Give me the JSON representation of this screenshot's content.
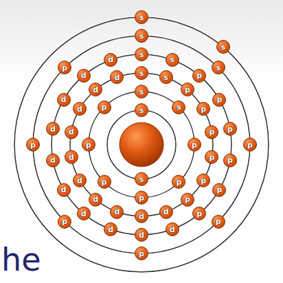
{
  "diagram": {
    "nodes": [
      {
        "text": [
          "s"
        ]
      },
      {
        "text": [
          "s"
        ]
      },
      {
        "text": [
          "s"
        ]
      },
      {
        "text": [
          "s"
        ]
      },
      {
        "text": [
          "p"
        ]
      },
      {
        "text": [
          "p"
        ]
      },
      {
        "text": [
          "p"
        ]
      },
      {
        "text": [
          "p"
        ]
      },
      {
        "text": [
          "p"
        ]
      },
      {
        "text": [
          "p"
        ]
      },
      {
        "text": [
          "s"
        ]
      },
      {
        "text": [
          "s"
        ]
      },
      {
        "text": [
          "p"
        ]
      },
      {
        "text": [
          "p"
        ]
      },
      {
        "text": [
          "p"
        ]
      },
      {
        "text": [
          "p"
        ]
      },
      {
        "text": [
          "p"
        ]
      },
      {
        "text": [
          "p"
        ]
      },
      {
        "text": [
          "d"
        ]
      },
      {
        "text": [
          "d"
        ]
      },
      {
        "text": [
          "d"
        ]
      },
      {
        "text": [
          "d"
        ]
      },
      {
        "text": [
          "d"
        ]
      },
      {
        "text": [
          "d"
        ]
      },
      {
        "text": [
          "d"
        ]
      },
      {
        "text": [
          "d"
        ]
      },
      {
        "text": [
          "d"
        ]
      },
      {
        "text": [
          "d"
        ]
      },
      {
        "text": [
          "s"
        ]
      },
      {
        "text": [
          "s"
        ]
      },
      {
        "text": [
          "p"
        ]
      },
      {
        "text": [
          "p"
        ]
      },
      {
        "text": [
          "p"
        ]
      },
      {
        "text": [
          "p"
        ]
      },
      {
        "text": [
          "p"
        ]
      },
      {
        "text": [
          "p"
        ]
      },
      {
        "text": [
          "d"
        ]
      },
      {
        "text": [
          "d"
        ]
      },
      {
        "text": [
          "d"
        ]
      },
      {
        "text": [
          "d"
        ]
      },
      {
        "text": [
          "d"
        ]
      },
      {
        "text": [
          "d"
        ]
      },
      {
        "text": [
          "d"
        ]
      },
      {
        "text": [
          "d"
        ]
      },
      {
        "text": [
          "d"
        ]
      },
      {
        "text": [
          "d"
        ]
      },
      {
        "text": [
          "s"
        ]
      },
      {
        "text": [
          "s"
        ]
      },
      {
        "text": [
          "p"
        ]
      },
      {
        "text": [
          "p"
        ]
      },
      {
        "text": [
          "p"
        ]
      },
      {
        "text": [
          "p"
        ]
      },
      {
        "text": [
          "p"
        ]
      },
      {
        "text": [
          "p"
        ]
      },
      {
        "text": [
          "s"
        ]
      },
      {
        "text": [
          "s"
        ]
      }
    ],
    "labels": [
      "he"
    ]
  }
}
